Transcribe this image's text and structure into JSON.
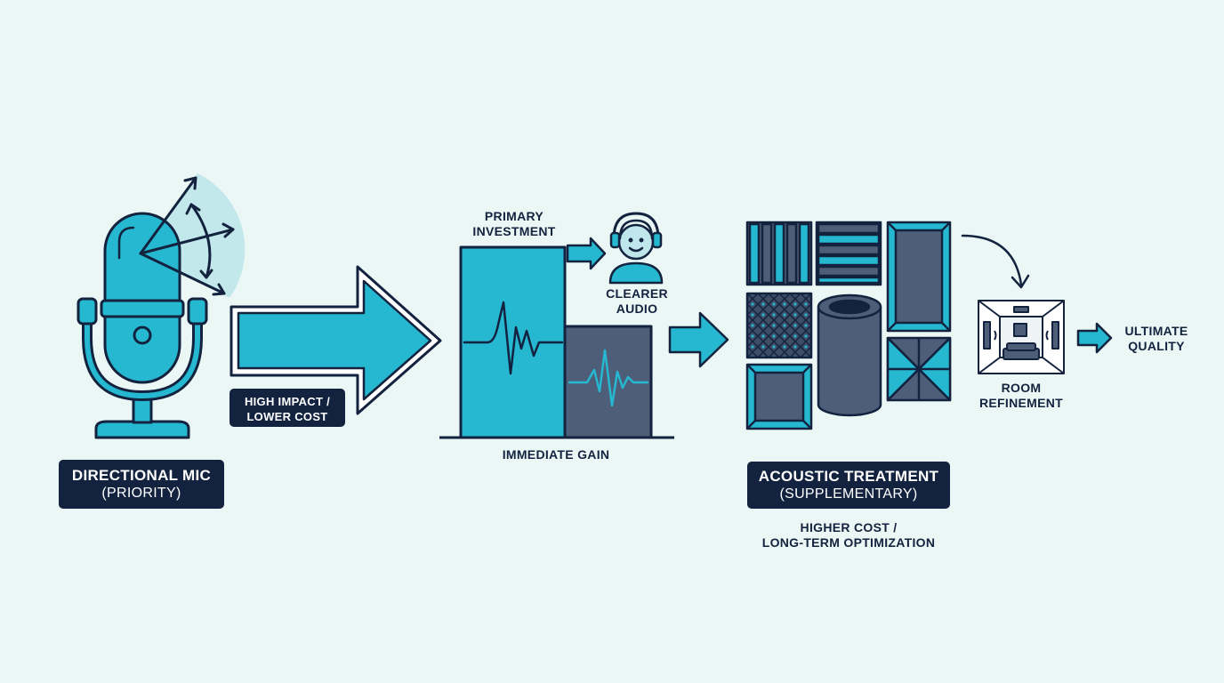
{
  "labels": {
    "high_impact": [
      "HIGH IMPACT /",
      "LOWER COST"
    ],
    "directional_mic": "DIRECTIONAL MIC",
    "directional_mic_sub": "(PRIORITY)",
    "primary_investment": [
      "PRIMARY",
      "INVESTMENT"
    ],
    "clearer_audio": [
      "CLEARER",
      "AUDIO"
    ],
    "immediate_gain": "IMMEDIATE GAIN",
    "acoustic_treatment": "ACOUSTIC TREATMENT",
    "acoustic_treatment_sub": "(SUPPLEMENTARY)",
    "higher_cost": [
      "HIGHER COST /",
      "LONG-TERM OPTIMIZATION"
    ],
    "room_refinement": [
      "ROOM",
      "REFINEMENT"
    ],
    "ultimate_quality": [
      "ULTIMATE",
      "QUALITY"
    ]
  },
  "colors": {
    "background": "#eaf7f5",
    "navy": "#13233f",
    "teal": "#25b8d0",
    "slate": "#4e5e78",
    "light_teal": "#bfe6ea"
  },
  "icons": [
    "microphone-icon",
    "pickup-pattern-icon",
    "listener-headphones-icon",
    "acoustic-panel-icon",
    "bass-trap-icon",
    "room-icon",
    "waveform-icon"
  ]
}
